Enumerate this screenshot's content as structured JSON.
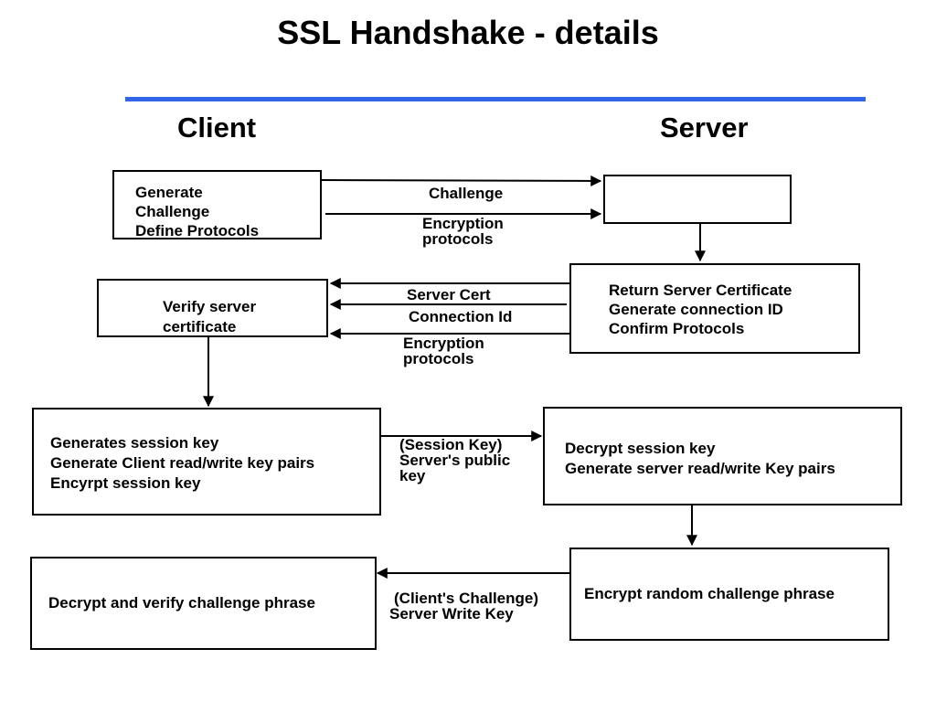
{
  "title": "SSL Handshake - details",
  "colors": {
    "rule": "#3366e6",
    "ink": "#000000"
  },
  "columns": {
    "client": "Client",
    "server": "Server"
  },
  "boxes": {
    "client_generate": [
      "Generate",
      "Challenge",
      "Define Protocols"
    ],
    "server_receive": [],
    "server_return": [
      "Return Server Certificate",
      "Generate connection ID",
      "Confirm Protocols"
    ],
    "client_verify": [
      "Verify server",
      "certificate"
    ],
    "client_session": [
      "Generates session key",
      "Generate Client read/write  key pairs",
      "Encyrpt session key"
    ],
    "server_decrypt": [
      "Decrypt session key",
      "Generate server read/write Key pairs"
    ],
    "server_encrypt": [
      "Encrypt random challenge phrase"
    ],
    "client_decrypt": [
      "Decrypt and verify challenge phrase"
    ]
  },
  "messages": {
    "challenge": "Challenge",
    "encryption_protocols_1": [
      "Encryption",
      "protocols"
    ],
    "server_cert": "Server Cert",
    "connection_id": "Connection Id",
    "encryption_protocols_2": [
      "Encryption",
      "protocols"
    ],
    "session_key": [
      "(Session Key)",
      "Server's public",
      "key"
    ],
    "client_challenge": [
      "(Client's Challenge)",
      "Server Write Key"
    ]
  }
}
